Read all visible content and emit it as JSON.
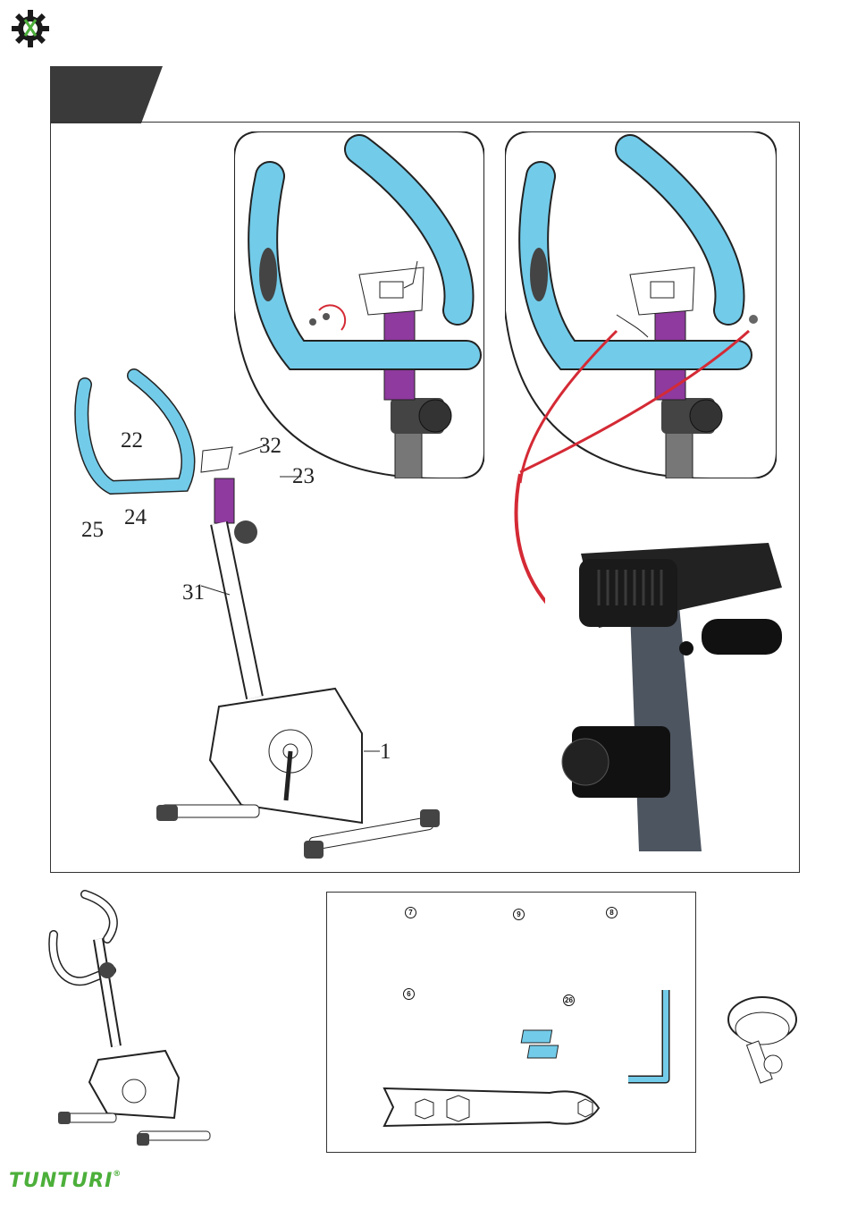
{
  "page": {
    "brand": "TUNTURI",
    "brand_mark": "®"
  },
  "callouts": {
    "p22": "22",
    "p32": "32",
    "p23": "23",
    "p25": "25",
    "p24": "24",
    "p31": "31",
    "p1": "1"
  },
  "tools": {
    "t7": "7",
    "t9": "9",
    "t8": "8",
    "t6": "6",
    "t26": "26"
  },
  "colors": {
    "handlebar": "#72cbe9",
    "post_sleeve": "#8e3a9e",
    "arrow": "#d42a35",
    "brand_green": "#4caf3a",
    "step_tab": "#3a3a3a"
  }
}
